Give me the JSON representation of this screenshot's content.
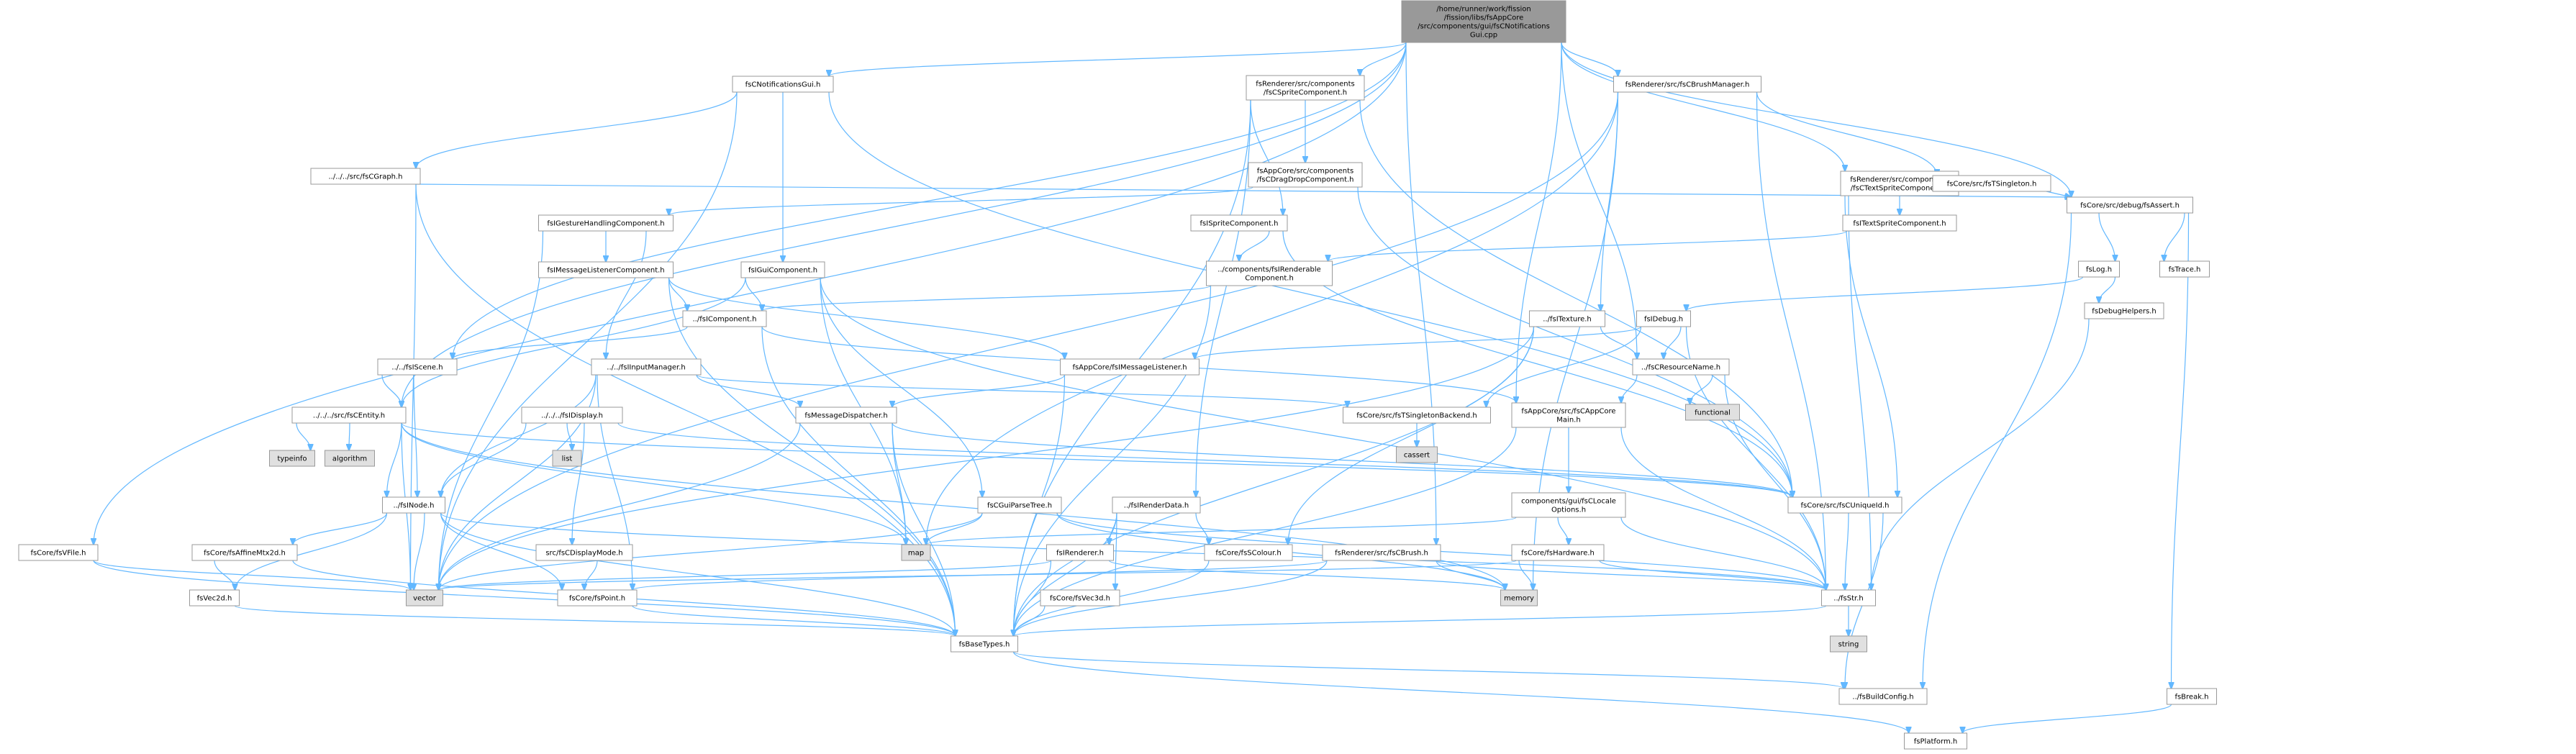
{
  "colors": {
    "root_fill": "#999999",
    "node_fill": "#ffffff",
    "external_fill": "#e0e0e0",
    "border": "#999999",
    "edge": "#63b8ff"
  },
  "nodes": [
    {
      "id": "root",
      "label": [
        "/home/runner/work/fission",
        "/fission/libs/fsAppCore",
        "/src/components/gui/fsCNotifications",
        "Gui.cpp"
      ],
      "kind": "root"
    },
    {
      "id": "cnotgui",
      "label": [
        "fsCNotificationsGui.h"
      ],
      "kind": "file"
    },
    {
      "id": "cspritecomp",
      "label": [
        "fsRenderer/src/components",
        "/fsCSpriteComponent.h"
      ],
      "kind": "file"
    },
    {
      "id": "cbrushmgr",
      "label": [
        "fsRenderer/src/fsCBrushManager.h"
      ],
      "kind": "file"
    },
    {
      "id": "ctextsprite",
      "label": [
        "fsRenderer/src/components",
        "/fsCTextSpriteComponent.h"
      ],
      "kind": "file"
    },
    {
      "id": "cgraph",
      "label": [
        "../../../src/fsCGraph.h"
      ],
      "kind": "file"
    },
    {
      "id": "dragdrop",
      "label": [
        "fsAppCore/src/components",
        "/fsCDragDropComponent.h"
      ],
      "kind": "file"
    },
    {
      "id": "tsingleton",
      "label": [
        "fsCore/src/fsTSingleton.h"
      ],
      "kind": "file"
    },
    {
      "id": "fsassert",
      "label": [
        "fsCore/src/debug/fsAssert.h"
      ],
      "kind": "file"
    },
    {
      "id": "gesture",
      "label": [
        "fsIGestureHandlingComponent.h"
      ],
      "kind": "file"
    },
    {
      "id": "spritecomp",
      "label": [
        "fsISpriteComponent.h"
      ],
      "kind": "file"
    },
    {
      "id": "textspritecomp",
      "label": [
        "fsITextSpriteComponent.h"
      ],
      "kind": "file"
    },
    {
      "id": "fslog",
      "label": [
        "fsLog.h"
      ],
      "kind": "file"
    },
    {
      "id": "fstrace",
      "label": [
        "fsTrace.h"
      ],
      "kind": "file"
    },
    {
      "id": "msglistenercomp",
      "label": [
        "fsIMessageListenerComponent.h"
      ],
      "kind": "file"
    },
    {
      "id": "iguicomp",
      "label": [
        "fsIGuiComponent.h"
      ],
      "kind": "file"
    },
    {
      "id": "irenderable",
      "label": [
        "../components/fsIRenderable",
        "Component.h"
      ],
      "kind": "file"
    },
    {
      "id": "debughelpers",
      "label": [
        "fsDebugHelpers.h"
      ],
      "kind": "file"
    },
    {
      "id": "icomponent",
      "label": [
        "../fsIComponent.h"
      ],
      "kind": "file"
    },
    {
      "id": "itexture",
      "label": [
        "../fsITexture.h"
      ],
      "kind": "file"
    },
    {
      "id": "idebug",
      "label": [
        "fsIDebug.h"
      ],
      "kind": "file"
    },
    {
      "id": "iscene",
      "label": [
        "../../fsIScene.h"
      ],
      "kind": "file"
    },
    {
      "id": "iinputmgr",
      "label": [
        "../../fsIInputManager.h"
      ],
      "kind": "file"
    },
    {
      "id": "imsglistener",
      "label": [
        "fsAppCore/fsIMessageListener.h"
      ],
      "kind": "file"
    },
    {
      "id": "cresname",
      "label": [
        "../fsCResourceName.h"
      ],
      "kind": "file"
    },
    {
      "id": "functional",
      "label": [
        "functional"
      ],
      "kind": "external"
    },
    {
      "id": "centity",
      "label": [
        "../../../src/fsCEntity.h"
      ],
      "kind": "file"
    },
    {
      "id": "idisplay",
      "label": [
        "../../../fsIDisplay.h"
      ],
      "kind": "file"
    },
    {
      "id": "msgdispatcher",
      "label": [
        "fsMessageDispatcher.h"
      ],
      "kind": "file"
    },
    {
      "id": "singletonbackend",
      "label": [
        "fsCore/src/fsTSingletonBackend.h"
      ],
      "kind": "file"
    },
    {
      "id": "appcoremain",
      "label": [
        "fsAppCore/src/fsCAppCore",
        "Main.h"
      ],
      "kind": "file"
    },
    {
      "id": "cassert",
      "label": [
        "cassert"
      ],
      "kind": "external"
    },
    {
      "id": "typeinfo",
      "label": [
        "typeinfo"
      ],
      "kind": "external"
    },
    {
      "id": "algorithm",
      "label": [
        "algorithm"
      ],
      "kind": "external"
    },
    {
      "id": "list",
      "label": [
        "list"
      ],
      "kind": "external"
    },
    {
      "id": "inode",
      "label": [
        "../fsINode.h"
      ],
      "kind": "file"
    },
    {
      "id": "cguiparsetree",
      "label": [
        "fsCGuiParseTree.h"
      ],
      "kind": "file"
    },
    {
      "id": "irenderdata",
      "label": [
        "../fsIRenderData.h"
      ],
      "kind": "file"
    },
    {
      "id": "localeoptions",
      "label": [
        "components/gui/fsCLocale",
        "Options.h"
      ],
      "kind": "file"
    },
    {
      "id": "cuniqueid",
      "label": [
        "fsCore/src/fsCUniqueId.h"
      ],
      "kind": "file"
    },
    {
      "id": "fsvfile",
      "label": [
        "fsCore/fsVFile.h"
      ],
      "kind": "file"
    },
    {
      "id": "affinemtx",
      "label": [
        "fsCore/fsAffineMtx2d.h"
      ],
      "kind": "file"
    },
    {
      "id": "displaymode",
      "label": [
        "src/fsCDisplayMode.h"
      ],
      "kind": "file"
    },
    {
      "id": "map",
      "label": [
        "map"
      ],
      "kind": "external"
    },
    {
      "id": "irenderer",
      "label": [
        "fsIRenderer.h"
      ],
      "kind": "file"
    },
    {
      "id": "cbrush",
      "label": [
        "fsRenderer/src/fsCBrush.h"
      ],
      "kind": "file"
    },
    {
      "id": "ccolour",
      "label": [
        "fsCore/fsSColour.h"
      ],
      "kind": "file"
    },
    {
      "id": "fshardware",
      "label": [
        "fsCore/fsHardware.h"
      ],
      "kind": "file"
    },
    {
      "id": "vec2d",
      "label": [
        "fsVec2d.h"
      ],
      "kind": "file"
    },
    {
      "id": "vector",
      "label": [
        "vector"
      ],
      "kind": "external"
    },
    {
      "id": "point",
      "label": [
        "fsCore/fsPoint.h"
      ],
      "kind": "file"
    },
    {
      "id": "vec3d",
      "label": [
        "fsCore/fsVec3d.h"
      ],
      "kind": "file"
    },
    {
      "id": "memory",
      "label": [
        "memory"
      ],
      "kind": "external"
    },
    {
      "id": "fsstr",
      "label": [
        "../fsStr.h"
      ],
      "kind": "file"
    },
    {
      "id": "string",
      "label": [
        "string"
      ],
      "kind": "external"
    },
    {
      "id": "basetypes",
      "label": [
        "fsBaseTypes.h"
      ],
      "kind": "file"
    },
    {
      "id": "buildconfig",
      "label": [
        "../fsBuildConfig.h"
      ],
      "kind": "file"
    },
    {
      "id": "fsbreak",
      "label": [
        "fsBreak.h"
      ],
      "kind": "file"
    },
    {
      "id": "platform",
      "label": [
        "fsPlatform.h"
      ],
      "kind": "file"
    }
  ],
  "edges": [
    [
      "root",
      "cnotgui"
    ],
    [
      "root",
      "cspritecomp"
    ],
    [
      "root",
      "cbrushmgr"
    ],
    [
      "root",
      "ctextsprite"
    ],
    [
      "root",
      "fsassert"
    ],
    [
      "root",
      "cresname"
    ],
    [
      "root",
      "centity"
    ],
    [
      "root",
      "fsvfile"
    ],
    [
      "root",
      "appcoremain"
    ],
    [
      "root",
      "cbrush"
    ],
    [
      "root",
      "iscene"
    ],
    [
      "cnotgui",
      "cgraph"
    ],
    [
      "cnotgui",
      "iguicomp"
    ],
    [
      "cnotgui",
      "vector"
    ],
    [
      "cnotgui",
      "cuniqueid"
    ],
    [
      "cgraph",
      "basetypes"
    ],
    [
      "cgraph",
      "vector"
    ],
    [
      "cgraph",
      "fsassert"
    ],
    [
      "cspritecomp",
      "dragdrop"
    ],
    [
      "cspritecomp",
      "spritecomp"
    ],
    [
      "cspritecomp",
      "irenderdata"
    ],
    [
      "cspritecomp",
      "cuniqueid"
    ],
    [
      "cspritecomp",
      "basetypes"
    ],
    [
      "dragdrop",
      "gesture"
    ],
    [
      "dragdrop",
      "cuniqueid"
    ],
    [
      "cbrushmgr",
      "tsingleton"
    ],
    [
      "cbrushmgr",
      "itexture"
    ],
    [
      "cbrushmgr",
      "fsstr"
    ],
    [
      "cbrushmgr",
      "map"
    ],
    [
      "cbrushmgr",
      "vector"
    ],
    [
      "cbrushmgr",
      "memory"
    ],
    [
      "ctextsprite",
      "textspritecomp"
    ],
    [
      "ctextsprite",
      "fsstr"
    ],
    [
      "ctextsprite",
      "cuniqueid"
    ],
    [
      "tsingleton",
      "fsassert"
    ],
    [
      "fsassert",
      "fslog"
    ],
    [
      "fsassert",
      "fstrace"
    ],
    [
      "fsassert",
      "fsbreak"
    ],
    [
      "fsassert",
      "buildconfig"
    ],
    [
      "fslog",
      "debughelpers"
    ],
    [
      "fslog",
      "idebug"
    ],
    [
      "debughelpers",
      "fsstr"
    ],
    [
      "gesture",
      "msglistenercomp"
    ],
    [
      "gesture",
      "iinputmgr"
    ],
    [
      "gesture",
      "vector"
    ],
    [
      "msglistenercomp",
      "icomponent"
    ],
    [
      "msglistenercomp",
      "imsglistener"
    ],
    [
      "msglistenercomp",
      "basetypes"
    ],
    [
      "spritecomp",
      "irenderable"
    ],
    [
      "spritecomp",
      "cuniqueid"
    ],
    [
      "textspritecomp",
      "irenderable"
    ],
    [
      "irenderable",
      "icomponent"
    ],
    [
      "irenderable",
      "basetypes"
    ],
    [
      "iguicomp",
      "icomponent"
    ],
    [
      "iguicomp",
      "cguiparsetree"
    ],
    [
      "iguicomp",
      "map"
    ],
    [
      "iguicomp",
      "fsstr"
    ],
    [
      "iguicomp",
      "centity"
    ],
    [
      "icomponent",
      "iscene"
    ],
    [
      "icomponent",
      "appcoremain"
    ],
    [
      "icomponent",
      "basetypes"
    ],
    [
      "itexture",
      "cresname"
    ],
    [
      "itexture",
      "ccolour"
    ],
    [
      "itexture",
      "basetypes"
    ],
    [
      "itexture",
      "vector"
    ],
    [
      "idebug",
      "cresname"
    ],
    [
      "idebug",
      "imsglistener"
    ],
    [
      "idebug",
      "singletonbackend"
    ],
    [
      "idebug",
      "fsstr"
    ],
    [
      "cresname",
      "appcoremain"
    ],
    [
      "cresname",
      "functional"
    ],
    [
      "cresname",
      "fsstr"
    ],
    [
      "iscene",
      "centity"
    ],
    [
      "iscene",
      "inode"
    ],
    [
      "iinputmgr",
      "msgdispatcher"
    ],
    [
      "iinputmgr",
      "inode"
    ],
    [
      "iinputmgr",
      "singletonbackend"
    ],
    [
      "iinputmgr",
      "point"
    ],
    [
      "iinputmgr",
      "vector"
    ],
    [
      "imsglistener",
      "msgdispatcher"
    ],
    [
      "imsglistener",
      "basetypes"
    ],
    [
      "msgdispatcher",
      "cuniqueid"
    ],
    [
      "msgdispatcher",
      "map"
    ],
    [
      "msgdispatcher",
      "vector"
    ],
    [
      "msgdispatcher",
      "basetypes"
    ],
    [
      "singletonbackend",
      "cassert"
    ],
    [
      "appcoremain",
      "localeoptions"
    ],
    [
      "appcoremain",
      "fsstr"
    ],
    [
      "appcoremain",
      "basetypes"
    ],
    [
      "centity",
      "typeinfo"
    ],
    [
      "centity",
      "algorithm"
    ],
    [
      "centity",
      "inode"
    ],
    [
      "centity",
      "vector"
    ],
    [
      "centity",
      "map"
    ],
    [
      "centity",
      "cuniqueid"
    ],
    [
      "centity",
      "memory"
    ],
    [
      "idisplay",
      "list"
    ],
    [
      "idisplay",
      "displaymode"
    ],
    [
      "idisplay",
      "inode"
    ],
    [
      "idisplay",
      "cuniqueid"
    ],
    [
      "inode",
      "affinemtx"
    ],
    [
      "inode",
      "vec2d"
    ],
    [
      "inode",
      "point"
    ],
    [
      "inode",
      "vector"
    ],
    [
      "inode",
      "fsstr"
    ],
    [
      "inode",
      "basetypes"
    ],
    [
      "cguiparsetree",
      "map"
    ],
    [
      "cguiparsetree",
      "vector"
    ],
    [
      "cguiparsetree",
      "memory"
    ],
    [
      "cguiparsetree",
      "fsstr"
    ],
    [
      "irenderdata",
      "irenderer"
    ],
    [
      "irenderdata",
      "ccolour"
    ],
    [
      "irenderdata",
      "vec3d"
    ],
    [
      "irenderdata",
      "basetypes"
    ],
    [
      "localeoptions",
      "fshardware"
    ],
    [
      "localeoptions",
      "map"
    ],
    [
      "localeoptions",
      "fsstr"
    ],
    [
      "cuniqueid",
      "fsstr"
    ],
    [
      "cuniqueid",
      "buildconfig"
    ],
    [
      "fsvfile",
      "basetypes"
    ],
    [
      "fsvfile",
      "vector"
    ],
    [
      "affinemtx",
      "vec2d"
    ],
    [
      "affinemtx",
      "basetypes"
    ],
    [
      "displaymode",
      "point"
    ],
    [
      "irenderer",
      "basetypes"
    ],
    [
      "irenderer",
      "memory"
    ],
    [
      "irenderer",
      "vector"
    ],
    [
      "cbrush",
      "basetypes"
    ],
    [
      "cbrush",
      "memory"
    ],
    [
      "cbrush",
      "fsstr"
    ],
    [
      "cbrush",
      "point"
    ],
    [
      "ccolour",
      "basetypes"
    ],
    [
      "fshardware",
      "memory"
    ],
    [
      "fshardware",
      "fsstr"
    ],
    [
      "fshardware",
      "vector"
    ],
    [
      "vec2d",
      "basetypes"
    ],
    [
      "point",
      "basetypes"
    ],
    [
      "vec3d",
      "basetypes"
    ],
    [
      "fsstr",
      "basetypes"
    ],
    [
      "fsstr",
      "string"
    ],
    [
      "basetypes",
      "buildconfig"
    ],
    [
      "basetypes",
      "platform"
    ],
    [
      "fsbreak",
      "platform"
    ]
  ]
}
